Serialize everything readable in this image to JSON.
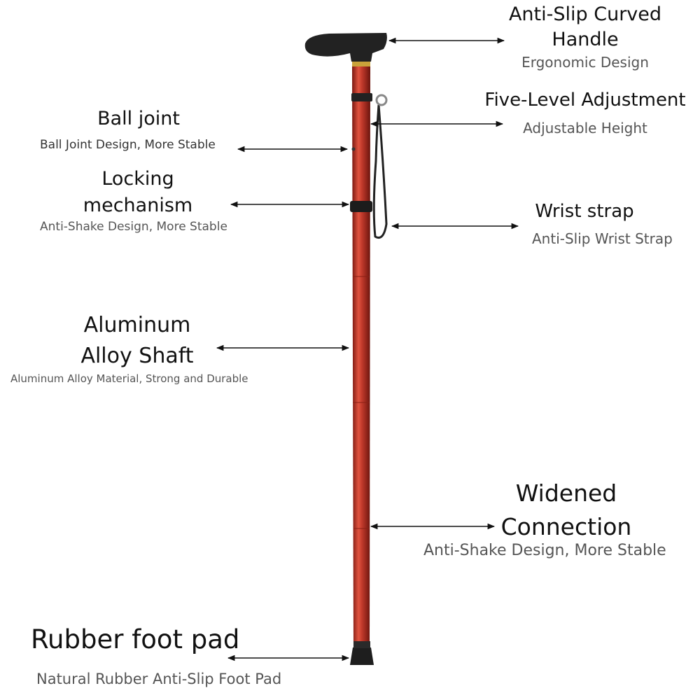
{
  "colors": {
    "shaft": "#c0392b",
    "shaft_dark": "#7a1810",
    "handle": "#222222",
    "text_main": "#111111",
    "text_sub": "#555555",
    "arrow": "#111111"
  },
  "callouts": {
    "handle": {
      "title_line1": "Anti-Slip Curved",
      "title_line2": "Handle",
      "subtitle": "Ergonomic Design"
    },
    "adjustment": {
      "title": "Five-Level Adjustment",
      "subtitle": "Adjustable Height"
    },
    "ball_joint": {
      "title": "Ball joint",
      "subtitle": "Ball Joint Design, More Stable"
    },
    "locking": {
      "title_line1": "Locking",
      "title_line2": "mechanism",
      "subtitle": "Anti-Shake Design, More Stable"
    },
    "wrist_strap": {
      "title": "Wrist strap",
      "subtitle": "Anti-Slip Wrist Strap"
    },
    "shaft": {
      "title_line1": "Aluminum",
      "title_line2": "Alloy Shaft",
      "subtitle": "Aluminum Alloy Material, Strong and Durable"
    },
    "connection": {
      "title_line1": "Widened",
      "title_line2": "Connection",
      "subtitle": "Anti-Shake Design, More Stable"
    },
    "foot_pad": {
      "title": "Rubber foot pad",
      "subtitle": "Natural Rubber Anti-Slip Foot Pad"
    }
  }
}
